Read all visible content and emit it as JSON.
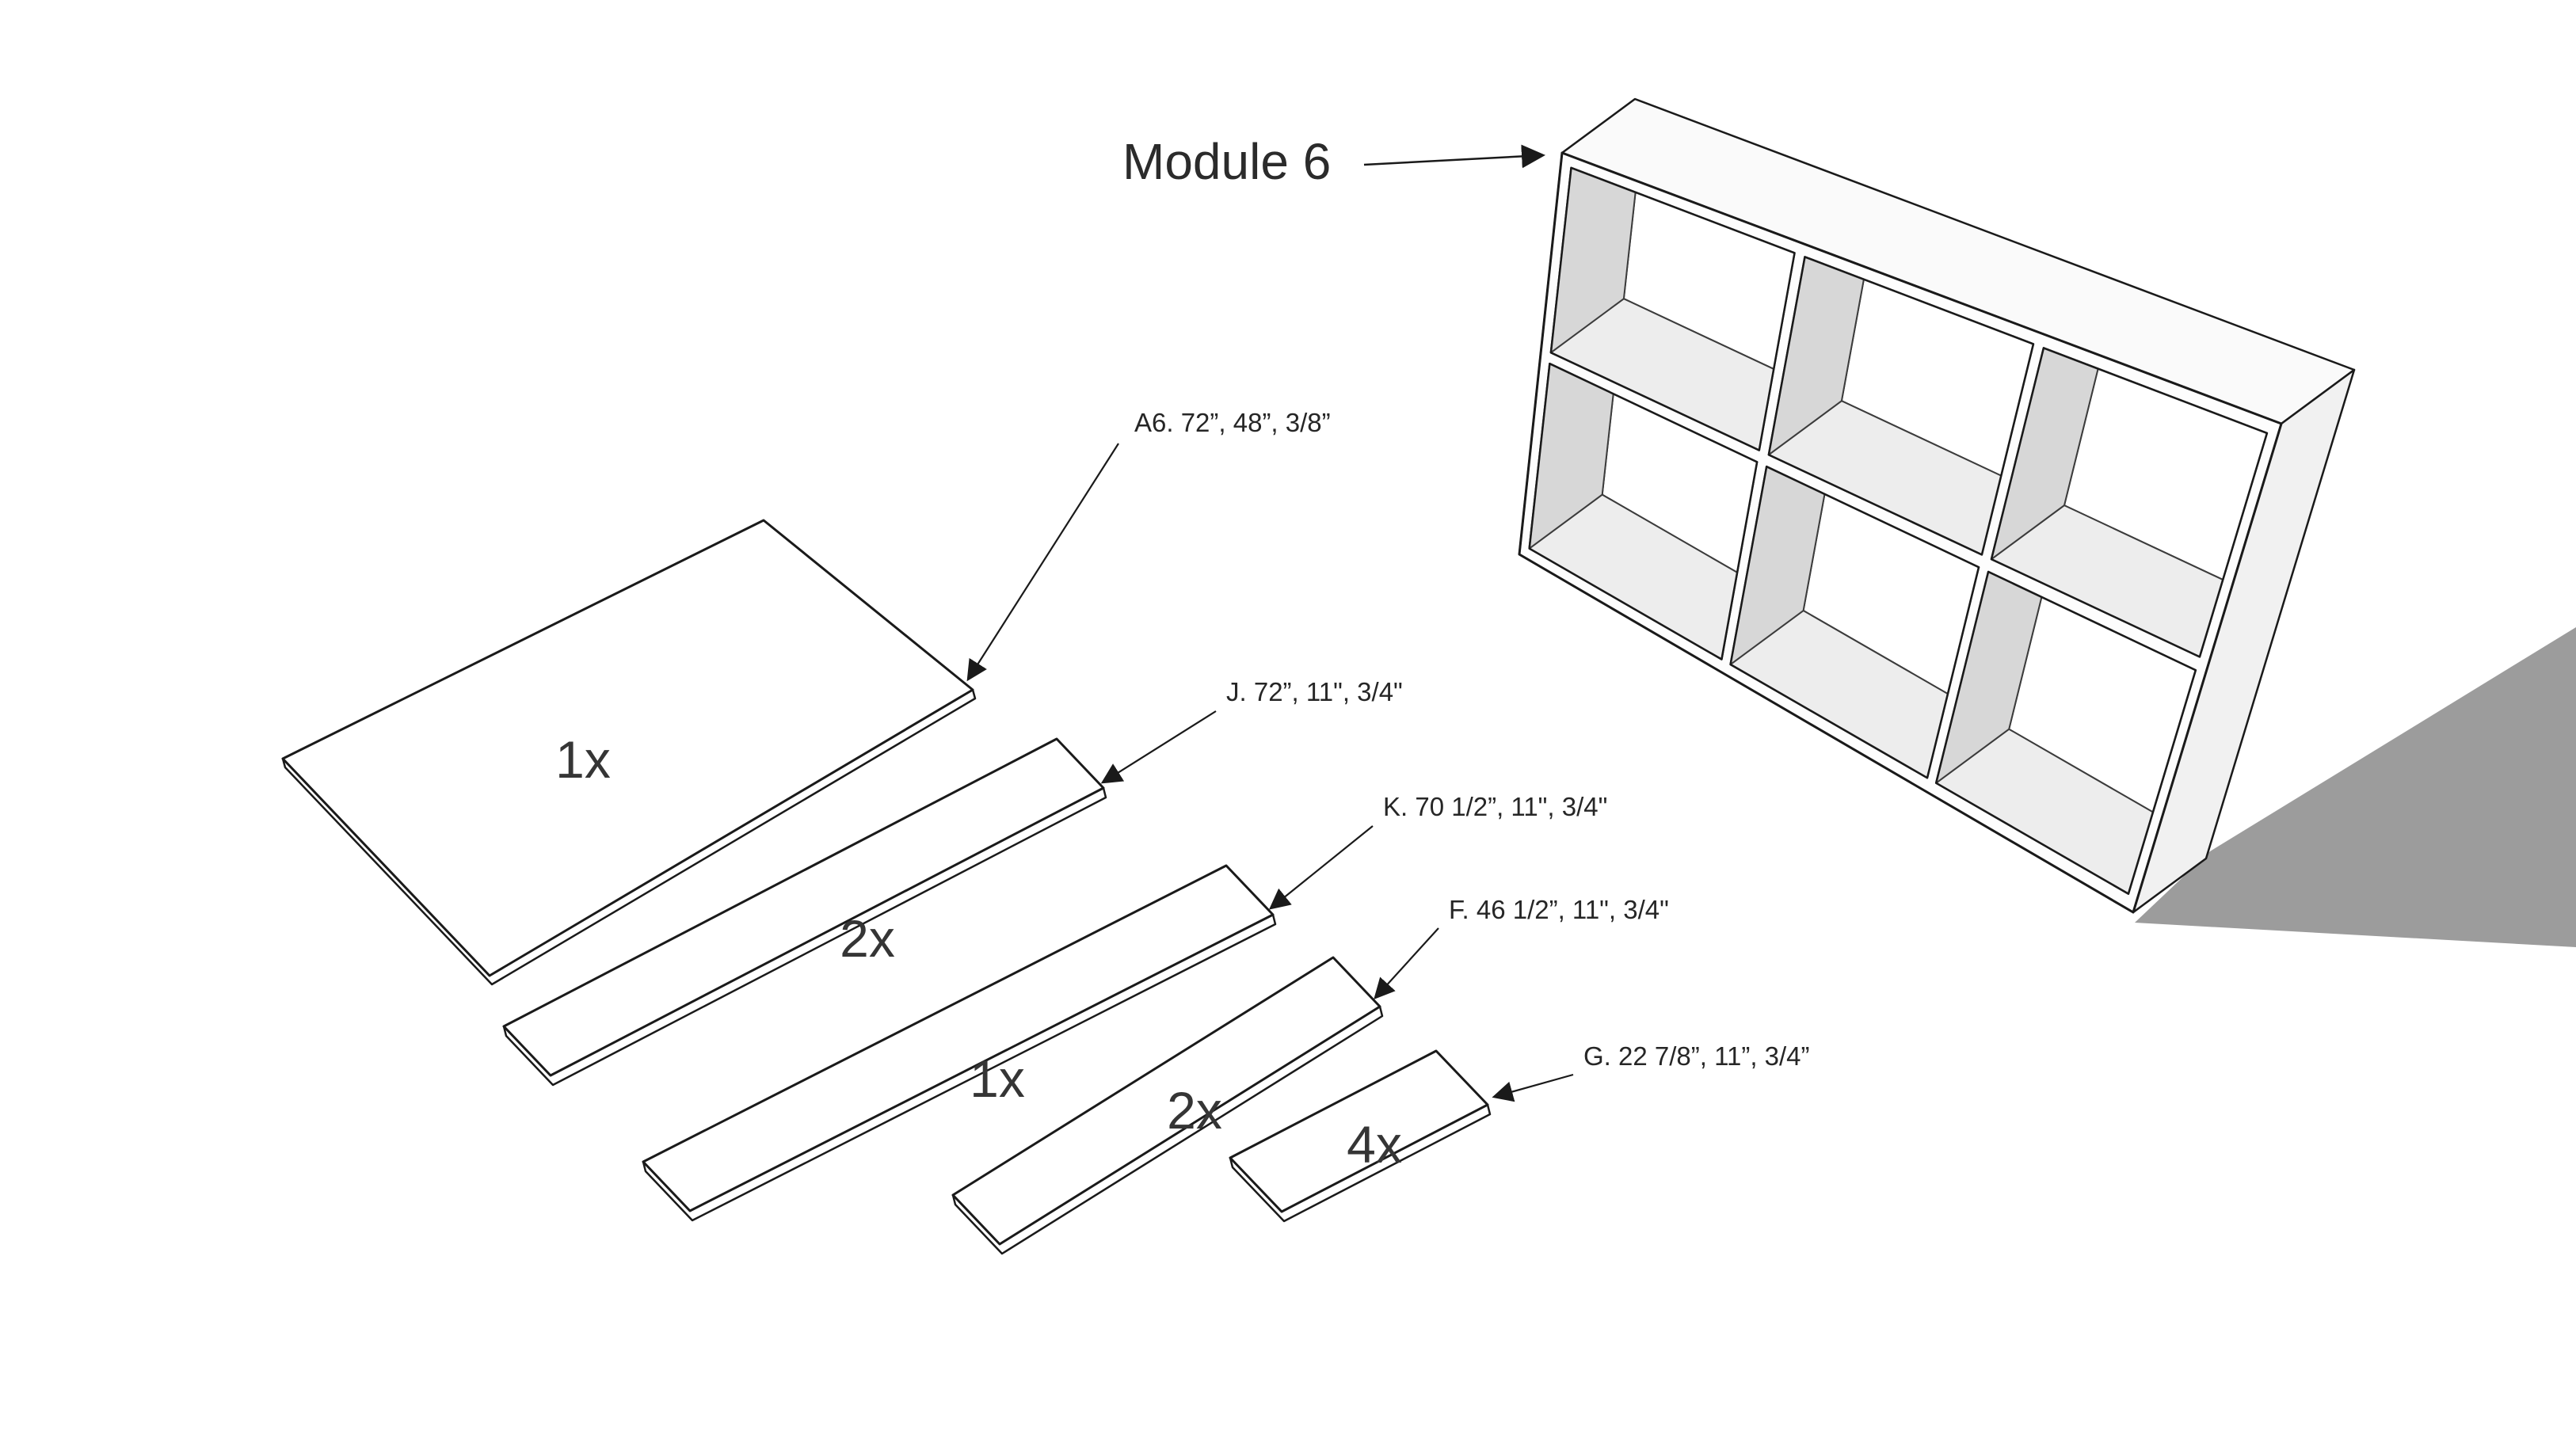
{
  "title": "Module 6",
  "parts": [
    {
      "id": "A6",
      "qty": "1x",
      "callout": "A6. 72”, 48”, 3/8”"
    },
    {
      "id": "J",
      "qty": "2x",
      "callout": "J. 72”, 11\", 3/4\""
    },
    {
      "id": "K",
      "qty": "1x",
      "callout": "K. 70 1/2”, 11\", 3/4\""
    },
    {
      "id": "F",
      "qty": "2x",
      "callout": "F. 46 1/2”, 11\", 3/4\""
    },
    {
      "id": "G",
      "qty": "4x",
      "callout": "G. 22 7/8”, 11”, 3/4”"
    }
  ],
  "colors": {
    "background": "#ffffff",
    "line": "#1a1a1a",
    "shadow": "#9c9c9c",
    "interior_wall": "#d7d7d7",
    "floor": "#ededed",
    "back_wall": "#ffffff",
    "top_face": "#fafafa",
    "right_face": "#f1f1f1",
    "frame_face": "#fdfdfd"
  }
}
